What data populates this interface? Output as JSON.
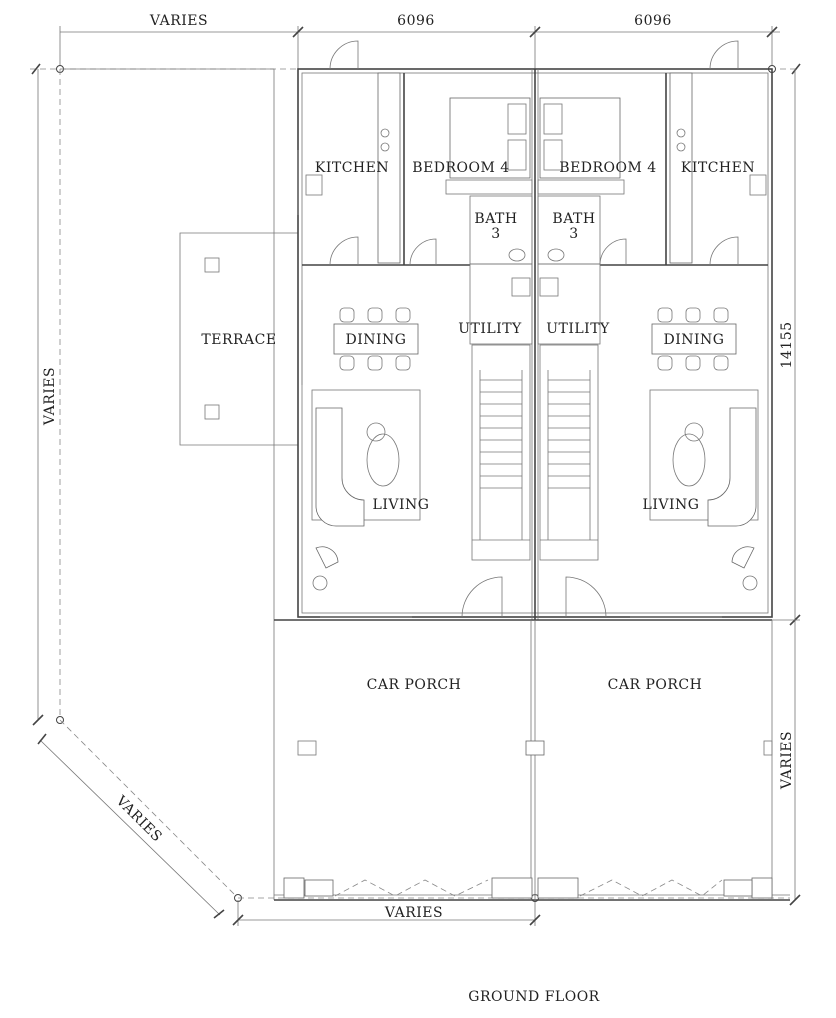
{
  "dimensions": {
    "top_left": "VARIES",
    "top_mid": "6096",
    "top_right": "6096",
    "left": "VARIES",
    "right_upper": "14155",
    "right_lower": "VARIES",
    "diagonal": "VARIES",
    "bottom": "VARIES"
  },
  "rooms": {
    "terrace": "TERRACE",
    "left_unit": {
      "kitchen": "KITCHEN",
      "bedroom": "BEDROOM 4",
      "bath": "BATH",
      "bath_no": "3",
      "utility": "UTILITY",
      "dining": "DINING",
      "living": "LIVING",
      "car_porch": "CAR PORCH"
    },
    "right_unit": {
      "kitchen": "KITCHEN",
      "bedroom": "BEDROOM 4",
      "bath": "BATH",
      "bath_no": "3",
      "utility": "UTILITY",
      "dining": "DINING",
      "living": "LIVING",
      "car_porch": "CAR PORCH"
    }
  },
  "caption": "GROUND FLOOR"
}
